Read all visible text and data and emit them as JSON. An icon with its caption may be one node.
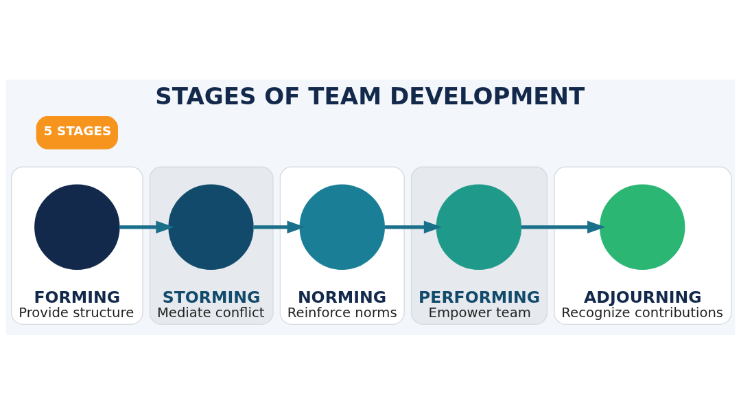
{
  "diagram": {
    "title": "STAGES OF TEAM DEVELOPMENT",
    "nodes": [
      {
        "text": [
          "FORMING",
          "Provide structure"
        ]
      },
      {
        "text": [],
        "shape": "circle",
        "in": 0
      },
      {
        "text": [
          "STORMING",
          "Mediate conflict"
        ]
      },
      {
        "text": [],
        "shape": "circle",
        "in": 2
      },
      {
        "text": [
          "NORMING",
          "Reinforce norms"
        ]
      },
      {
        "text": [],
        "shape": "circle",
        "in": 4
      },
      {
        "text": [
          "PERFORMING",
          "Empower team"
        ]
      },
      {
        "text": [],
        "shape": "circle",
        "in": 6
      },
      {
        "text": [
          "ADJOURNING",
          "Recognize contributions"
        ]
      },
      {
        "text": [],
        "shape": "circle",
        "in": 8
      }
    ],
    "edges": [
      {
        "from": 1,
        "to": 3,
        "arrow": "to"
      },
      {
        "from": 3,
        "to": 5,
        "arrow": "to"
      },
      {
        "from": 5,
        "to": 7,
        "arrow": "to"
      },
      {
        "from": 7,
        "to": 9,
        "arrow": "to"
      }
    ],
    "labels": [
      "5 STAGES"
    ]
  }
}
